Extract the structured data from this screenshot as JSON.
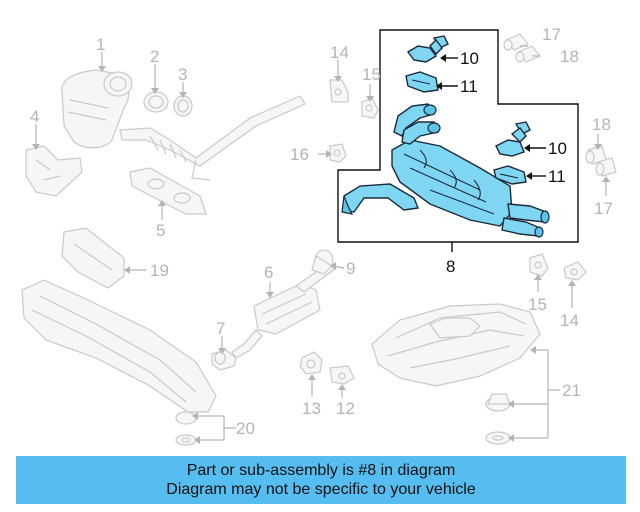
{
  "callouts": {
    "c1": "1",
    "c2": "2",
    "c3": "3",
    "c4": "4",
    "c5": "5",
    "c6": "6",
    "c7": "7",
    "c8": "8",
    "c9": "9",
    "c10a": "10",
    "c10b": "10",
    "c11a": "11",
    "c11b": "11",
    "c12": "12",
    "c13": "13",
    "c14a": "14",
    "c14b": "14",
    "c15a": "15",
    "c15b": "15",
    "c16": "16",
    "c17a": "17",
    "c17b": "17",
    "c18a": "18",
    "c18b": "18",
    "c19": "19",
    "c20": "20",
    "c21": "21"
  },
  "banner": {
    "line1": "Part or sub-assembly is #8 in diagram",
    "line2": "Diagram may not be specific to your vehicle"
  },
  "colors": {
    "highlight": "#7fd6f2",
    "banner": "#56bdf0",
    "ghost": "#c9c9c9"
  }
}
